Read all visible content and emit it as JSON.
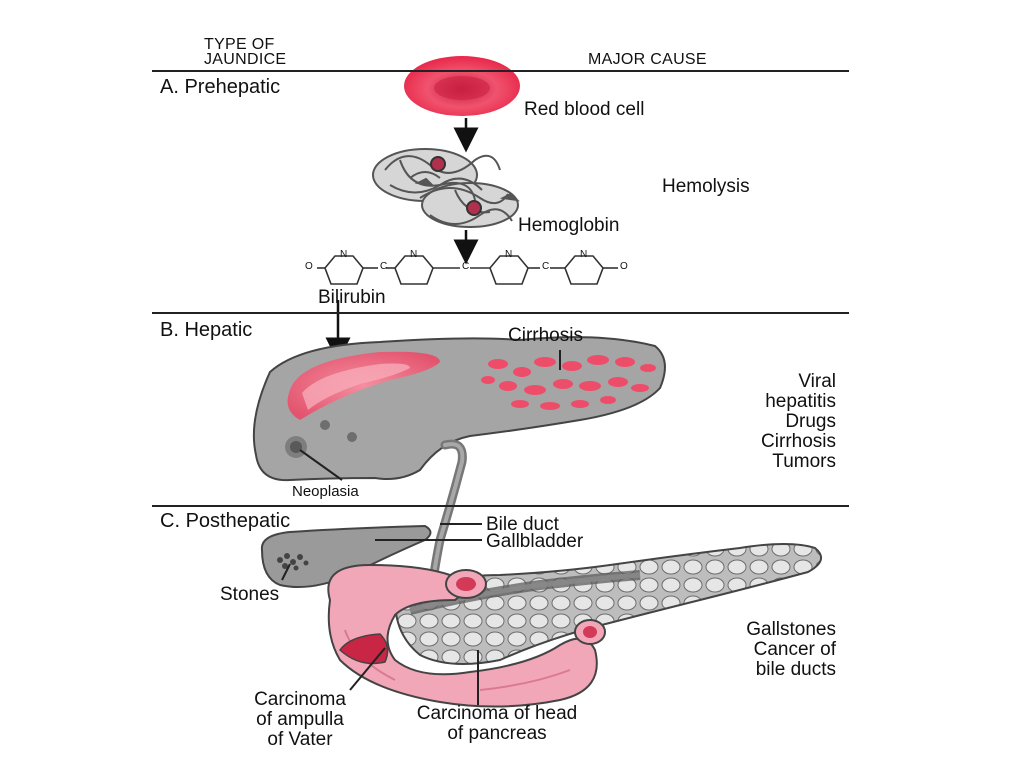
{
  "header": {
    "type_label": "TYPE OF JAUNDICE",
    "type_line1": "TYPE OF",
    "type_line2": "JAUNDICE",
    "cause_label": "MAJOR CAUSE"
  },
  "sections": {
    "a": {
      "letter": "A.",
      "title": "Prehepatic"
    },
    "b": {
      "letter": "B.",
      "title": "Hepatic"
    },
    "c": {
      "letter": "C.",
      "title": "Posthepatic"
    }
  },
  "prehepatic": {
    "red_blood_cell": "Red blood cell",
    "hemolysis": "Hemolysis",
    "hemoglobin": "Hemoglobin",
    "bilirubin": "Bilirubin",
    "molecule_atoms": {
      "o": "O",
      "n": "N",
      "c": "C"
    }
  },
  "hepatic": {
    "cirrhosis_label": "Cirrhosis",
    "neoplasia": "Neoplasia",
    "causes": [
      "Viral",
      "hepatitis",
      "Drugs",
      "Cirrhosis",
      "Tumors"
    ]
  },
  "posthepatic": {
    "bile_duct": "Bile duct",
    "gallbladder": "Gallbladder",
    "stones": "Stones",
    "causes": [
      "Gallstones",
      "Cancer of",
      "bile ducts"
    ],
    "carcinoma_ampulla": [
      "Carcinoma",
      "of ampulla",
      "of Vater"
    ],
    "carcinoma_pancreas": [
      "Carcinoma of head",
      "of pancreas"
    ]
  },
  "colors": {
    "rbc": "#e8274a",
    "liver": "#a4a4a4",
    "liver_pink": "#ee6f86",
    "cirrhosis_spot": "#ee4d6a",
    "duodenum": "#f2a7b8",
    "pancreas": "#c8c8c8",
    "line": "#222222"
  }
}
